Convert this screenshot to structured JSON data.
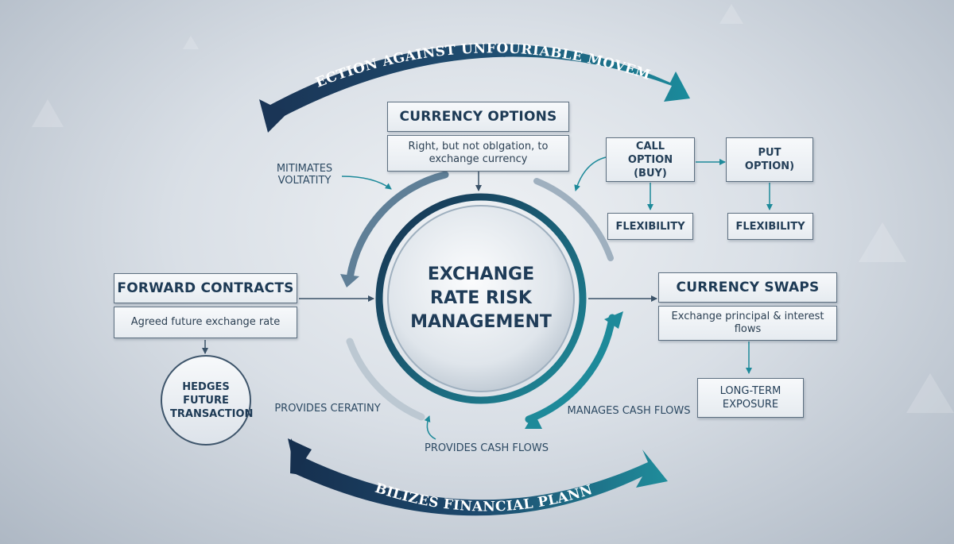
{
  "center": {
    "label": "EXCHANGE RATE RISK MANAGEMENT"
  },
  "arcs": {
    "top": "PROTECTION AGAINST UNFOURIABLE MOVEMENTS",
    "bottom": "STABILIZES FINANCIAL PLANNING"
  },
  "currency_options": {
    "title": "CURRENCY OPTIONS",
    "desc": "Right, but not oblgation, to exchange currency"
  },
  "call_option": {
    "label": "CALL OPTION (BUY)",
    "sub": "FLEXIBILITY"
  },
  "put_option": {
    "label": "PUT OPTION)",
    "sub": "FLEXIBILITY"
  },
  "forward_contracts": {
    "title": "FORWARD CONTRACTS",
    "desc": "Agreed future exchange rate",
    "result": "HEDGES FUTURE TRANSACTION"
  },
  "currency_swaps": {
    "title": "CURRENCY SWAPS",
    "desc": "Exchange principal & interest flows",
    "result": "LONG-TERM EXPOSURE"
  },
  "labels": {
    "mitigates": "MITIMATES VOLTATITY",
    "provides_certainty": "PROVIDES CERATINY",
    "provides_cash_flows": "PROVIDES CASH FLOWS",
    "manages_cash_flows": "MANAGES CASH FLOWS"
  },
  "colors": {
    "navy": "#1a3a5c",
    "teal": "#1e8a9a",
    "text": "#1d3a55"
  }
}
